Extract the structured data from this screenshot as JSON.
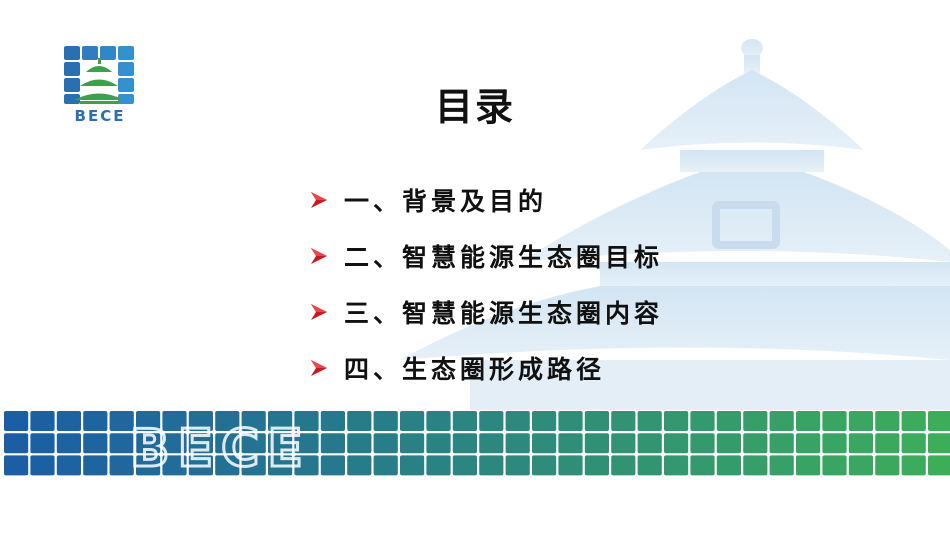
{
  "slide": {
    "title": "目录",
    "logo": {
      "text": "BECE"
    },
    "band_watermark": "BECE",
    "items": [
      {
        "label": "一、背景及目的"
      },
      {
        "label": "二、智慧能源生态圈目标"
      },
      {
        "label": "三、智慧能源生态圈内容"
      },
      {
        "label": "四、生态圈形成路径"
      }
    ]
  },
  "colors": {
    "title_text": "#111111",
    "bullet": "#c8191e",
    "band_left": "#1b5ea6",
    "band_right": "#3cae5a",
    "background_temple": "#d6e6f3",
    "logo_blue": "#2a6fb2",
    "logo_green": "#3aa24a"
  },
  "icons": {
    "bullet": "red-arrow-bullet-icon",
    "logo": "temple-of-heaven-logo-icon"
  }
}
